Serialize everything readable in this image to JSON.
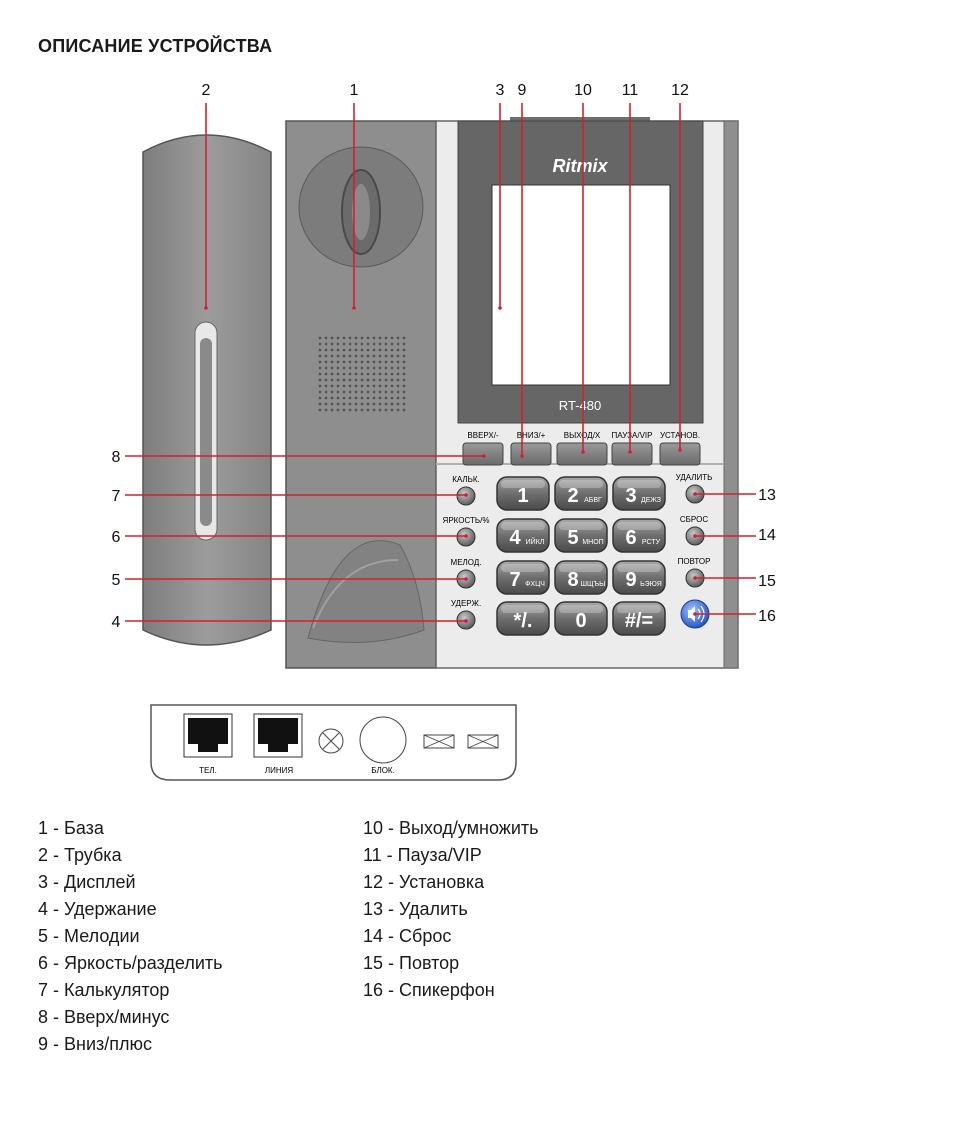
{
  "heading": "ОПИСАНИЕ УСТРОЙСТВА",
  "device": {
    "brand": "Ritmix",
    "model": "RT-480",
    "top_buttons": [
      "ВВЕРХ/-",
      "ВНИЗ/+",
      "ВЫХОД/Х",
      "ПАУЗА/VIP",
      "УСТАНОВ."
    ],
    "left_buttons": [
      "КАЛЬК.",
      "ЯРКОСТЬ/%",
      "МЕЛОД.",
      "УДЕРЖ."
    ],
    "right_buttons": [
      "УДАЛИТЬ",
      "СБРОС",
      "ПОВТОР"
    ],
    "keys": [
      {
        "digit": "1",
        "letters": ""
      },
      {
        "digit": "2",
        "letters": "АБВГ"
      },
      {
        "digit": "3",
        "letters": "ДЕЖЗ"
      },
      {
        "digit": "4",
        "letters": "ИЙКЛ"
      },
      {
        "digit": "5",
        "letters": "МНОП"
      },
      {
        "digit": "6",
        "letters": "РСТУ"
      },
      {
        "digit": "7",
        "letters": "ФХЦЧ"
      },
      {
        "digit": "8",
        "letters": "ШЩЪЫ"
      },
      {
        "digit": "9",
        "letters": "ЬЭЮЯ"
      },
      {
        "digit": "*/.",
        "letters": ""
      },
      {
        "digit": "0",
        "letters": ""
      },
      {
        "digit": "#/=",
        "letters": ""
      }
    ]
  },
  "callout_numbers": [
    "1",
    "2",
    "3",
    "4",
    "5",
    "6",
    "7",
    "8",
    "9",
    "10",
    "11",
    "12",
    "13",
    "14",
    "15",
    "16"
  ],
  "ports": [
    "ТЕЛ.",
    "ЛИНИЯ",
    "БЛОК."
  ],
  "legend_left": [
    "1 - База",
    "2 - Трубка",
    "3 - Дисплей",
    "4 - Удержание",
    "5 - Мелодии",
    "6 - Яркость/разделить",
    "7 - Калькулятор",
    "8 - Вверх/минус",
    "9 - Вниз/плюс"
  ],
  "legend_right": [
    "10 - Выход/умножить",
    "11 - Пауза/VIP",
    "12 - Установка",
    "13 - Удалить",
    "14 - Сброс",
    "15 - Повтор",
    "16 - Спикерфон"
  ],
  "colors": {
    "callout_line": "#d4202c",
    "handset": "#8f8f8f",
    "base_dark": "#8a8a8a",
    "panel": "#e9e9e9",
    "screen_frame": "#666666",
    "speaker_button": "#3a6fd8"
  }
}
